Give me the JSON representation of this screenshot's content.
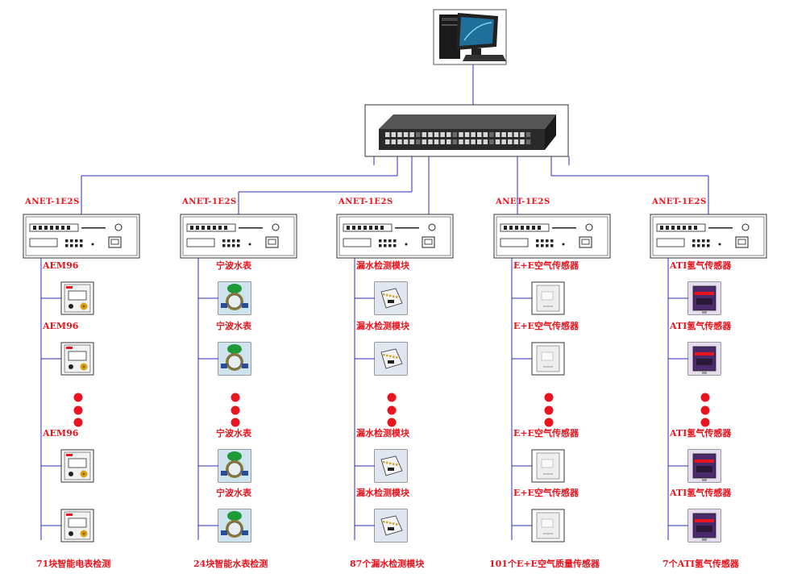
{
  "columns": [
    {
      "gateway": "ANET-1E2S",
      "device_type": "meter",
      "device_labels": [
        "AEM96",
        "AEM96",
        "AEM96",
        ""
      ],
      "count_label": "71块智能电表检测"
    },
    {
      "gateway": "ANET-1E2S",
      "device_type": "water",
      "device_labels": [
        "宁波水表",
        "宁波水表",
        "宁波水表",
        "宁波水表"
      ],
      "count_label": "24块智能水表检测"
    },
    {
      "gateway": "ANET-1E2S",
      "device_type": "leak",
      "device_labels": [
        "漏水检测模块",
        "漏水检测模块",
        "漏水检测模块",
        "漏水检测模块"
      ],
      "count_label": "87个漏水检测模块"
    },
    {
      "gateway": "ANET-1E2S",
      "device_type": "air",
      "device_labels": [
        "E+E空气传感器",
        "E+E空气传感器",
        "E+E空气传感器",
        "E+E空气传感器"
      ],
      "count_label": "101个E+E空气质量传感器"
    },
    {
      "gateway": "ANET-1E2S",
      "device_type": "hydrogen",
      "device_labels": [
        "ATI氢气传感器",
        "ATI氢气传感器",
        "ATI氢气传感器",
        "ATI氢气传感器"
      ],
      "count_label": "7个ATI氢气传感器"
    }
  ],
  "icons": {
    "computer": "computer-icon",
    "switch": "network-switch-icon",
    "gateway": "gateway-device-icon"
  },
  "colors": {
    "line": "#2b2bc8",
    "label": "#e8141e"
  }
}
